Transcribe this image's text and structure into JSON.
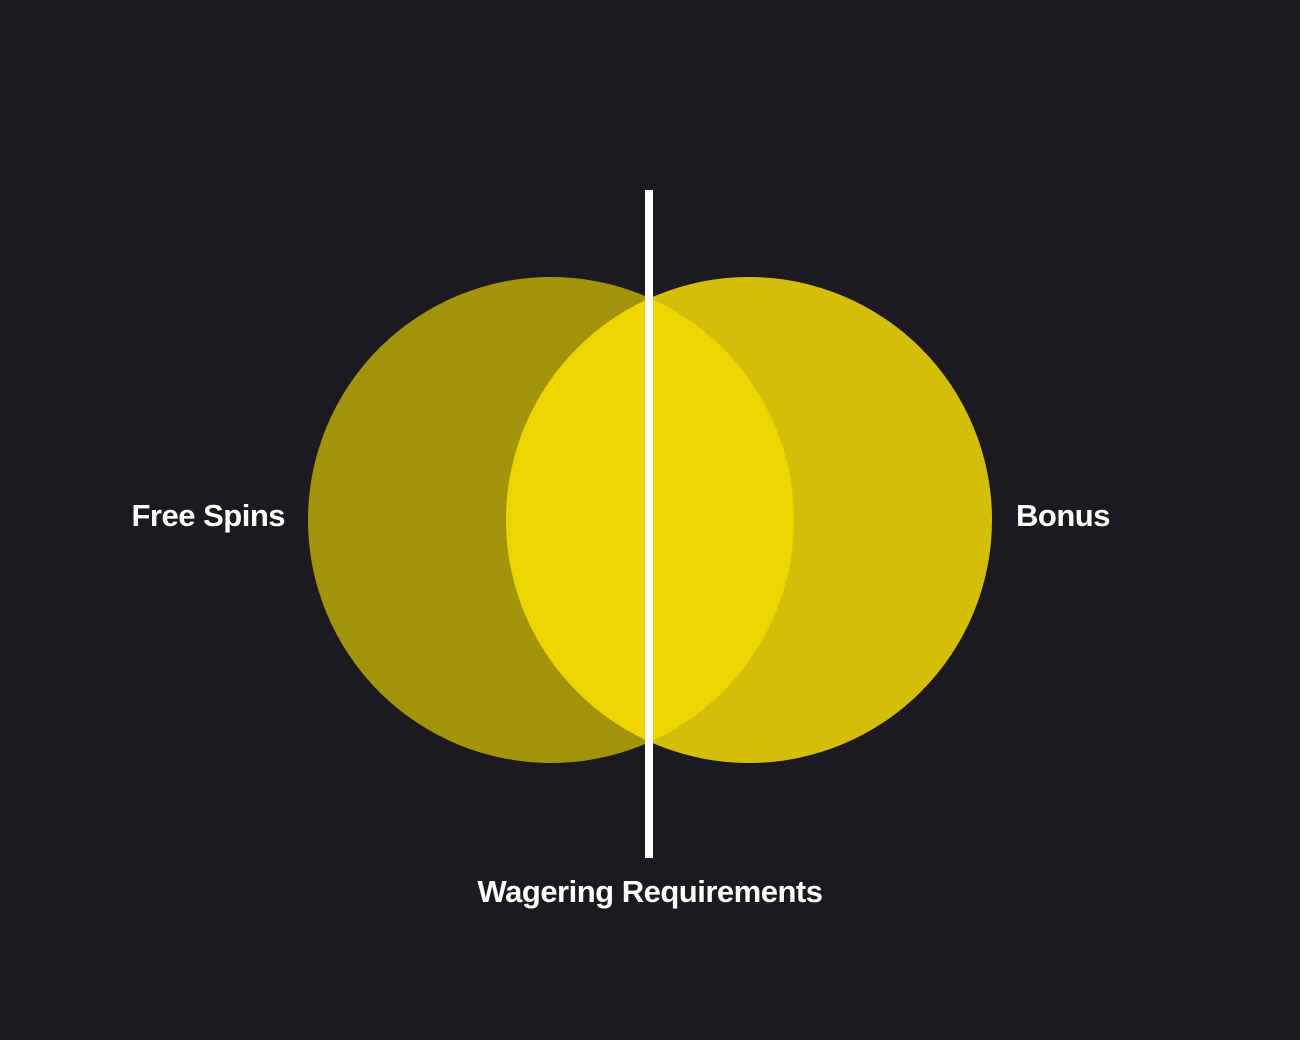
{
  "diagram": {
    "left_set": {
      "label": "Free Spins",
      "color": "#a39308"
    },
    "right_set": {
      "label": "Bonus",
      "color": "#d3bf0a"
    },
    "intersection": {
      "color": "#ecd500"
    },
    "divider": {
      "label": "Wagering Requirements",
      "color": "#ffffff"
    },
    "background": "#1c1a1e"
  }
}
